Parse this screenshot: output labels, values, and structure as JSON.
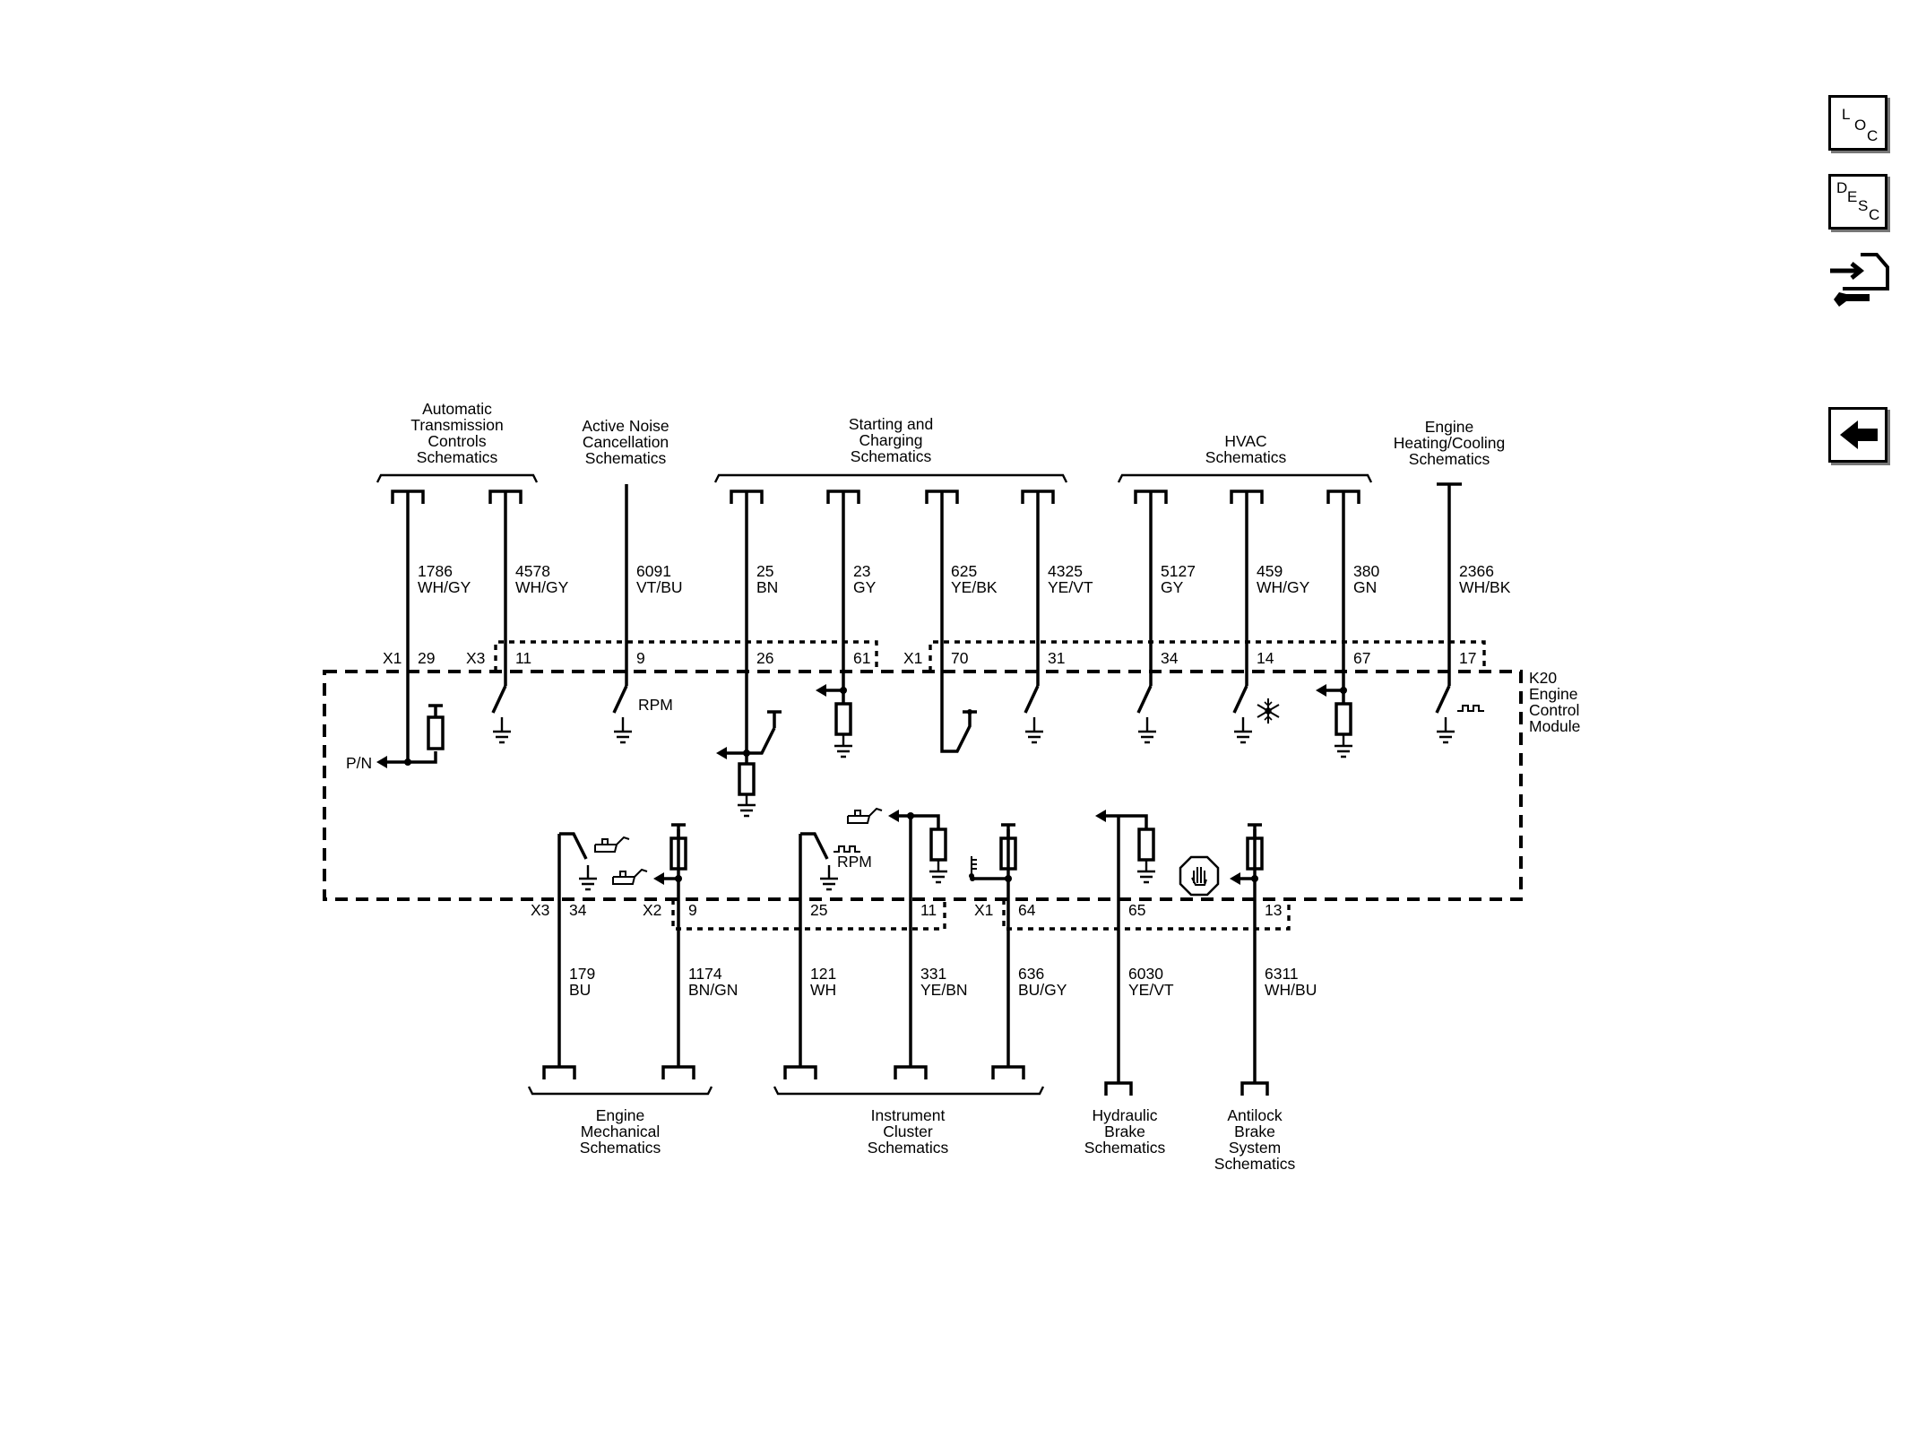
{
  "side_buttons": {
    "loc": {
      "l1": "L",
      "l2": "O",
      "l3": "C"
    },
    "desc": {
      "l1": "D",
      "l2": "E",
      "l3": "S",
      "l4": "C"
    },
    "tool_icon": "connector-wrench-icon",
    "back_icon": "left-arrow-icon"
  },
  "module": {
    "l1": "K20",
    "l2": "Engine",
    "l3": "Control",
    "l4": "Module"
  },
  "top_groups": {
    "atc": {
      "l1": "Automatic",
      "l2": "Transmission",
      "l3": "Controls",
      "l4": "Schematics"
    },
    "anc": {
      "l1": "Active Noise",
      "l2": "Cancellation",
      "l3": "Schematics"
    },
    "sc": {
      "l1": "Starting and",
      "l2": "Charging",
      "l3": "Schematics"
    },
    "hvac": {
      "l1": "HVAC",
      "l2": "Schematics"
    },
    "ehc": {
      "l1": "Engine",
      "l2": "Heating/Cooling",
      "l3": "Schematics"
    }
  },
  "bottom_groups": {
    "em": {
      "l1": "Engine",
      "l2": "Mechanical",
      "l3": "Schematics"
    },
    "ic": {
      "l1": "Instrument",
      "l2": "Cluster",
      "l3": "Schematics"
    },
    "hb": {
      "l1": "Hydraulic",
      "l2": "Brake",
      "l3": "Schematics"
    },
    "abs": {
      "l1": "Antilock",
      "l2": "Brake",
      "l3": "System",
      "l4": "Schematics"
    }
  },
  "top_wires": [
    {
      "circuit": "1786",
      "color": "WH/GY",
      "pin": "29"
    },
    {
      "circuit": "4578",
      "color": "WH/GY",
      "pin": "11"
    },
    {
      "circuit": "6091",
      "color": "VT/BU",
      "pin": "9"
    },
    {
      "circuit": "25",
      "color": "BN",
      "pin": "26"
    },
    {
      "circuit": "23",
      "color": "GY",
      "pin": "61"
    },
    {
      "circuit": "625",
      "color": "YE/BK",
      "pin": "70"
    },
    {
      "circuit": "4325",
      "color": "YE/VT",
      "pin": "31"
    },
    {
      "circuit": "5127",
      "color": "GY",
      "pin": "34"
    },
    {
      "circuit": "459",
      "color": "WH/GY",
      "pin": "14"
    },
    {
      "circuit": "380",
      "color": "GN",
      "pin": "67"
    },
    {
      "circuit": "2366",
      "color": "WH/BK",
      "pin": "17"
    }
  ],
  "bottom_wires": [
    {
      "circuit": "179",
      "color": "BU",
      "pin": "34"
    },
    {
      "circuit": "1174",
      "color": "BN/GN",
      "pin": "9"
    },
    {
      "circuit": "121",
      "color": "WH",
      "pin": "25"
    },
    {
      "circuit": "331",
      "color": "YE/BN",
      "pin": "11"
    },
    {
      "circuit": "636",
      "color": "BU/GY",
      "pin": "64"
    },
    {
      "circuit": "6030",
      "color": "YE/VT",
      "pin": "65"
    },
    {
      "circuit": "6311",
      "color": "WH/BU",
      "pin": "13"
    }
  ],
  "connectors": {
    "top_a": "X1",
    "top_b": "X3",
    "top_c": "X1",
    "bot_a": "X3",
    "bot_b": "X2",
    "bot_c": "X1"
  },
  "signals": {
    "pn": "P/N",
    "rpm_top": "RPM",
    "rpm_bottom": "RPM"
  },
  "icons": {
    "snowflake": "snowflake-icon",
    "oil_can": "oil-can-icon",
    "brake_hand": "brake-hand-icon",
    "temp": "temperature-icon",
    "pulse": "pulse-signal-icon"
  }
}
